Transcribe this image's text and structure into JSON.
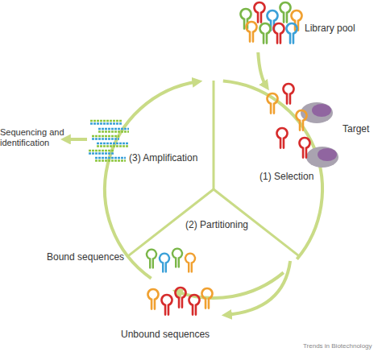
{
  "diagram": {
    "nodes": [
      {
        "text": [
          "Library pool"
        ]
      },
      {
        "text": [
          "(1) Selection"
        ]
      },
      {
        "text": [
          "Target"
        ],
        "in": 1
      },
      {
        "text": [
          "(2) Partitioning"
        ]
      },
      {
        "text": [
          "Bound sequences"
        ]
      },
      {
        "text": [
          "Unbound sequences"
        ]
      },
      {
        "text": [
          "(3) Amplification"
        ]
      },
      {
        "text": [
          "Sequencing and identification"
        ]
      }
    ],
    "edges": [
      {
        "from": 0,
        "to": 1,
        "arrow": "to"
      },
      {
        "from": 3,
        "to": 5,
        "arrow": "to"
      },
      {
        "from": 6,
        "to": 7,
        "arrow": "to"
      }
    ],
    "labels": [
      "Trends in Biotechnology"
    ]
  }
}
